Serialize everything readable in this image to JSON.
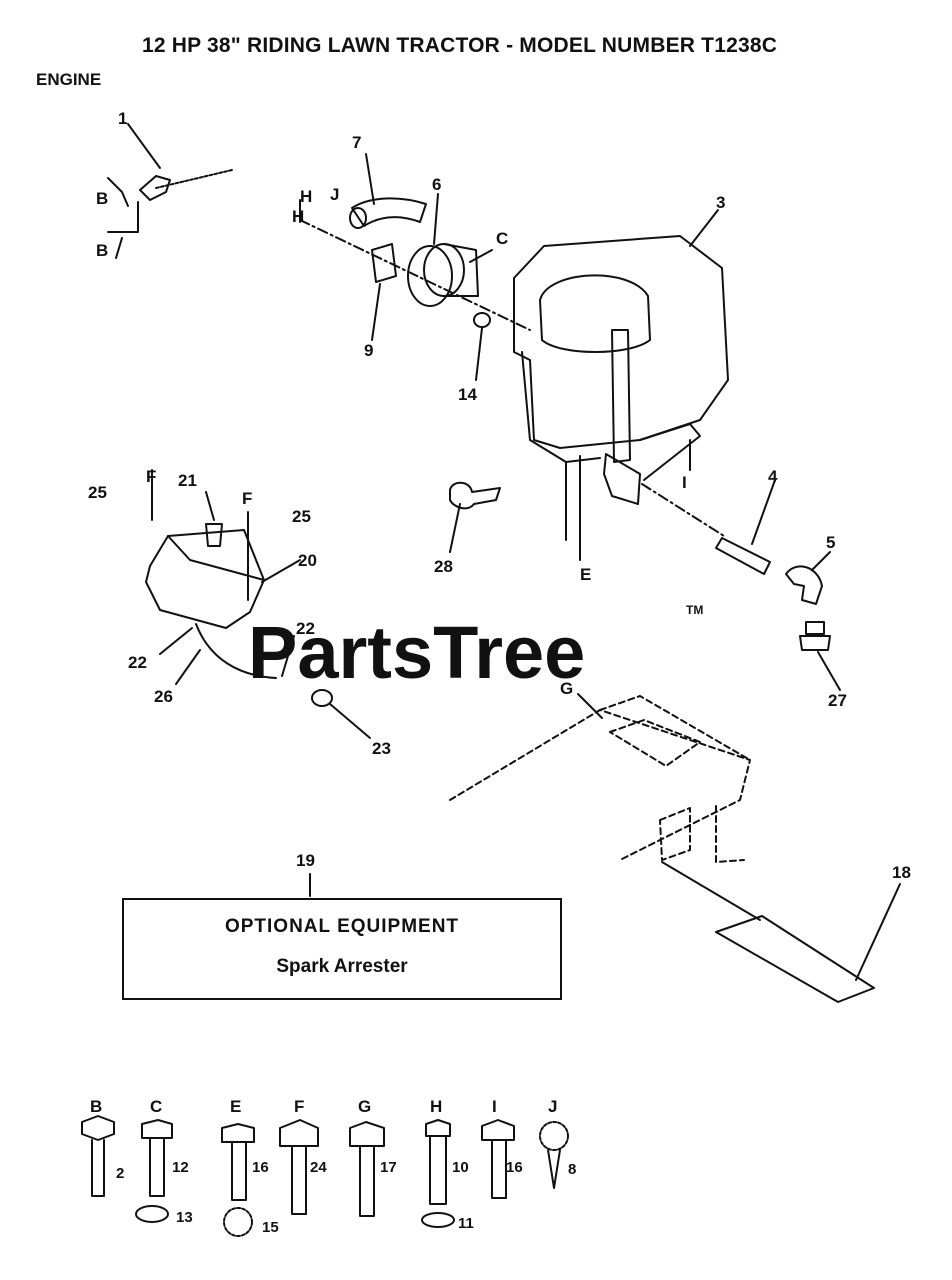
{
  "header": {
    "title": "12 HP 38\" RIDING LAWN TRACTOR - MODEL NUMBER T1238C",
    "section": "ENGINE"
  },
  "watermark": {
    "text": "PartsTree",
    "tm": "TM"
  },
  "optional_box": {
    "heading": "OPTIONAL EQUIPMENT",
    "item": "Spark Arrester"
  },
  "part_labels": [
    "1",
    "3",
    "4",
    "5",
    "6",
    "7",
    "9",
    "14",
    "18",
    "19",
    "20",
    "21",
    "22",
    "23",
    "25",
    "26",
    "27",
    "28"
  ],
  "callouts": [
    "B",
    "C",
    "E",
    "F",
    "G",
    "H",
    "I",
    "J"
  ],
  "hardware": [
    {
      "letter": "B",
      "part": "2"
    },
    {
      "letter": "C",
      "part": "12",
      "washer": "13"
    },
    {
      "letter": "E",
      "part": "16",
      "washer": "15"
    },
    {
      "letter": "F",
      "part": "24"
    },
    {
      "letter": "G",
      "part": "17"
    },
    {
      "letter": "H",
      "part": "10",
      "washer": "11"
    },
    {
      "letter": "I",
      "part": "16"
    },
    {
      "letter": "J",
      "part": "8"
    }
  ],
  "colors": {
    "ink": "#111111",
    "watermark": "#cfcfcf"
  }
}
